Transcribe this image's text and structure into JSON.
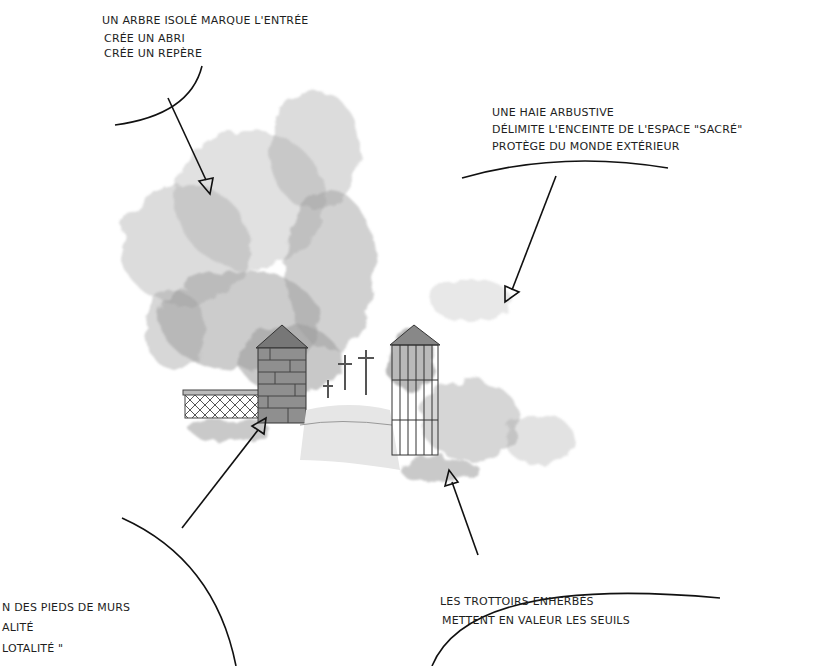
{
  "diagram": {
    "labels": [
      "UN ARBRE ISOLÉ MARQUE L'ENTRÉE",
      "CRÉE UN ABRI",
      "CRÉE UN REPÈRE",
      "UNE HAIE ARBUSTIVE",
      "DÉLIMITE L'ENCEINTE DE L'ESPACE \"SACRÉ\"",
      "PROTÈGE DU MONDE EXTÉRIEUR",
      "N DES PIEDS DE MURS",
      "ALITÉ",
      "LOTALITÉ \"",
      "LES TROTTOIRS ENHERBÉS",
      "METTENT EN VALEUR LES SEUILS"
    ]
  }
}
